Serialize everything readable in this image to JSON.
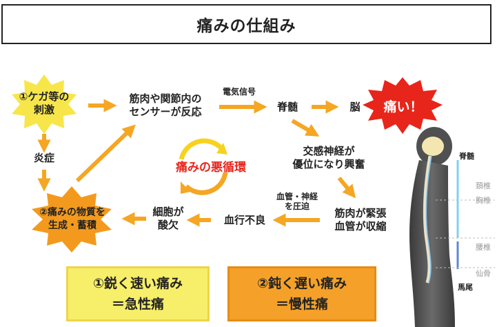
{
  "title": "痛みの仕組み",
  "nodes": {
    "injury": [
      "①ケガ等の",
      "刺激"
    ],
    "sensor": [
      "筋肉や関節内の",
      "センサーが反応"
    ],
    "signal": "電気信号",
    "spinal_cord": "脊髄",
    "brain": "脳",
    "pain": "痛い！",
    "sympathetic": [
      "交感神経が",
      "優位になり興奮"
    ],
    "compress": [
      "血管・神経",
      "を圧迫"
    ],
    "muscle": [
      "筋肉が緊張",
      "血管が収縮"
    ],
    "bloodflow": "血行不良",
    "cells": [
      "細胞が",
      "酸欠"
    ],
    "substances": [
      "②痛みの物質を",
      "生成・蓄積"
    ],
    "inflammation": "炎症",
    "cycle": "痛みの悪循環"
  },
  "spine_labels": {
    "spinal_cord": "脊髄",
    "cervical": "頚椎",
    "thoracic": "胸椎",
    "lumbar": "腰椎",
    "sacrum": "仙骨",
    "cauda": "馬尾"
  },
  "boxes": {
    "sharp": [
      "①鋭く速い痛み",
      "＝急性痛"
    ],
    "dull": [
      "②鈍く遅い痛み",
      "＝慢性痛"
    ]
  },
  "colors": {
    "arrow": "#f5a623",
    "star_yellow": "#f7e64a",
    "star_orange": "#f39a1e",
    "burst_red": "#e8251b",
    "box_yellow": "#f7ee6a",
    "box_orange": "#f5a129"
  }
}
